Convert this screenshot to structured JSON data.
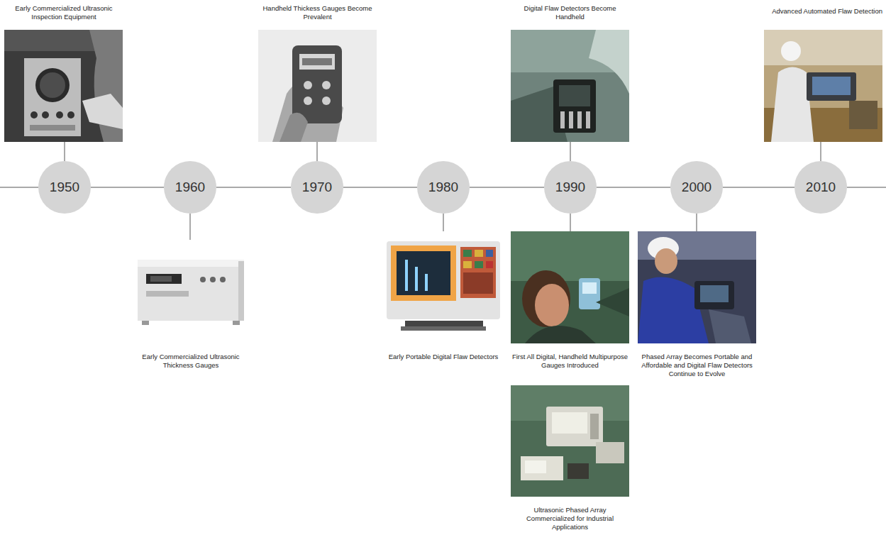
{
  "diagram": {
    "nodes": [
      {
        "text": [
          "Early Commercialized Ultrasonic Inspection Equipment"
        ]
      },
      {
        "text": [
          "Handheld Thickess Gauges Become Prevalent"
        ]
      },
      {
        "text": [
          "Digital Flaw Detectors Become Handheld"
        ]
      },
      {
        "text": [
          "Advanced Automated Flaw Detection"
        ]
      },
      {
        "text": [
          "1950"
        ]
      },
      {
        "text": [
          "1960"
        ]
      },
      {
        "text": [
          "1970"
        ]
      },
      {
        "text": [
          "1980"
        ]
      },
      {
        "text": [
          "1990"
        ]
      },
      {
        "text": [
          "2000"
        ]
      },
      {
        "text": [
          "2010"
        ]
      },
      {
        "text": [
          "Early Commercialized Ultrasonic Thickness Gauges"
        ]
      },
      {
        "text": [
          "Early Portable Digital Flaw Detectors"
        ]
      },
      {
        "text": [
          "First All Digital, Handheld Multipurpose Gauges Introduced"
        ]
      },
      {
        "text": [
          "Phased Array Becomes Portable and Affordable and Digital Flaw Detectors Continue to Evolve"
        ]
      },
      {
        "text": [
          "Ultrasonic Phased Array Commercialized for Industrial Applications"
        ]
      }
    ],
    "edges": [
      {
        "from": 4,
        "to": 5,
        "arrow": "none"
      },
      {
        "from": 5,
        "to": 6,
        "arrow": "none"
      },
      {
        "from": 6,
        "to": 7,
        "arrow": "none"
      },
      {
        "from": 7,
        "to": 8,
        "arrow": "none"
      },
      {
        "from": 8,
        "to": 9,
        "arrow": "none"
      },
      {
        "from": 9,
        "to": 10,
        "arrow": "none"
      },
      {
        "from": 4,
        "to": 0,
        "arrow": "none"
      },
      {
        "from": 6,
        "to": 1,
        "arrow": "none"
      },
      {
        "from": 8,
        "to": 2,
        "arrow": "none"
      },
      {
        "from": 10,
        "to": 3,
        "arrow": "none"
      },
      {
        "from": 5,
        "to": 11,
        "arrow": "none"
      },
      {
        "from": 7,
        "to": 12,
        "arrow": "none"
      },
      {
        "from": 8,
        "to": 13,
        "arrow": "none"
      },
      {
        "from": 9,
        "to": 14,
        "arrow": "none"
      }
    ]
  }
}
